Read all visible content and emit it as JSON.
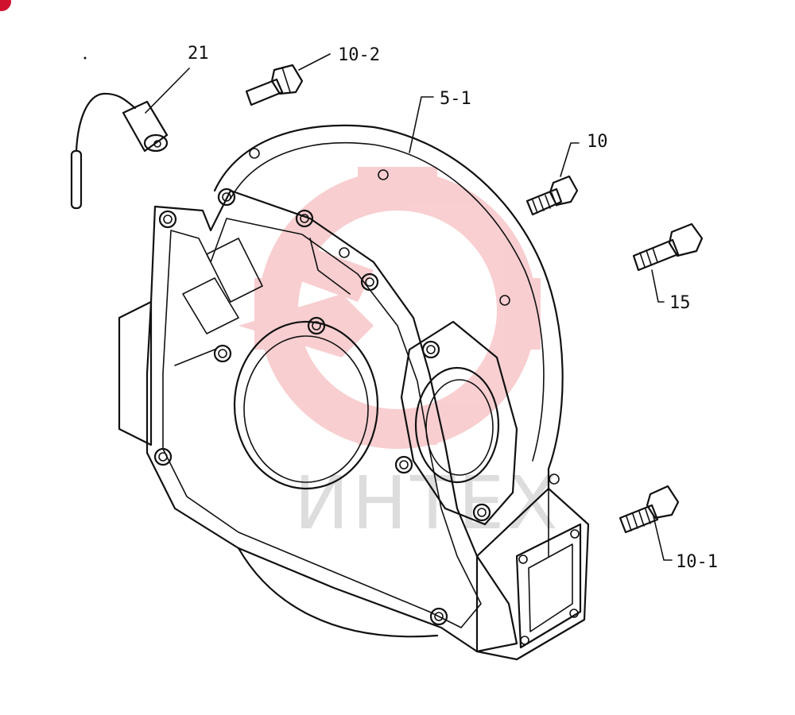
{
  "watermark": {
    "text": "ИНТЕХ",
    "color": "#f4a7ab"
  },
  "badge_color": "#d0122e",
  "callouts": [
    {
      "id": "21",
      "label": "21"
    },
    {
      "id": "10-2",
      "label": "10-2"
    },
    {
      "id": "5-1",
      "label": "5-1"
    },
    {
      "id": "10",
      "label": "10"
    },
    {
      "id": "15",
      "label": "15"
    },
    {
      "id": "10-1",
      "label": "10-1"
    }
  ]
}
